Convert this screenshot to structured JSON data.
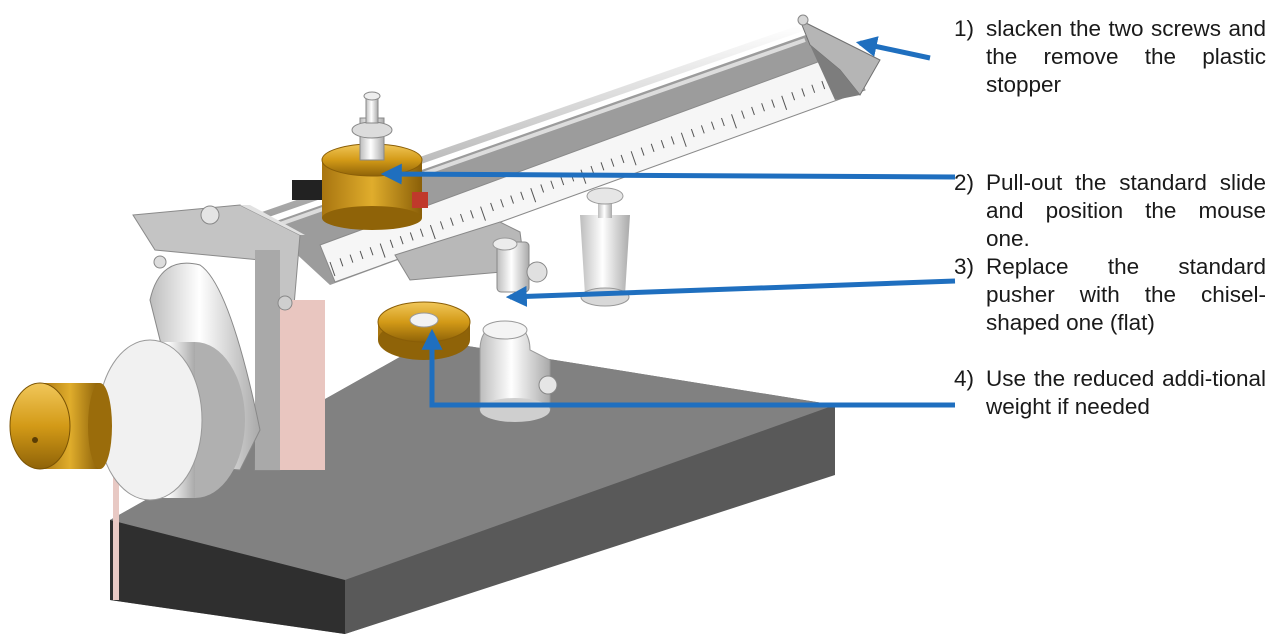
{
  "instructions": [
    {
      "number": "1)",
      "text": "slacken the two screws and the remove the plastic stopper"
    },
    {
      "number": "2)",
      "text": "Pull-out the standard slide and position the mouse one."
    },
    {
      "number": "3)",
      "text": "Replace the standard pusher with the chisel-shaped one (flat)"
    },
    {
      "number": "4)",
      "text": "Use the reduced addi-tional weight if needed"
    }
  ],
  "colors": {
    "arrow": "#1f6fbf",
    "base_top": "#7a7a7a",
    "base_front": "#3f3f3f",
    "brass": "#d9a21c",
    "frame": "#c9c9c9",
    "scale": "#f4f4f4"
  }
}
